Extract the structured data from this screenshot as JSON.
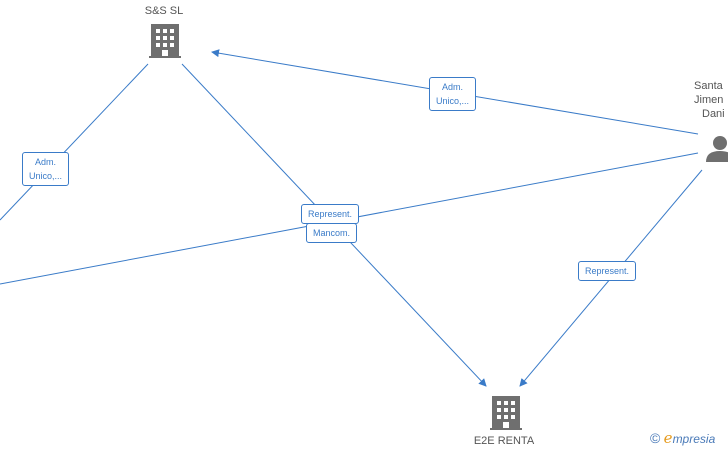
{
  "nodes": {
    "ss_sl": {
      "label": "S&S  SL",
      "icon": "building-icon"
    },
    "e2e_renta": {
      "label": "E2E RENTA",
      "icon": "building-icon"
    },
    "person": {
      "label_lines": [
        "Santa",
        "Jimen",
        "Dani"
      ],
      "icon": "person-icon"
    }
  },
  "edges": {
    "person_to_ss": {
      "lines": [
        "Adm.",
        "Unico,..."
      ]
    },
    "left_to_ss": {
      "lines": [
        "Adm.",
        "Unico,..."
      ]
    },
    "center_represent": {
      "label": "Represent."
    },
    "center_mancom": {
      "label": "Mancom."
    },
    "person_to_e2e": {
      "label": "Represent."
    }
  },
  "colors": {
    "edge": "#3a7bc8",
    "icon": "#6f6f6f",
    "text": "#555555"
  },
  "watermark": {
    "symbol": "©",
    "brand_initial": "e",
    "brand_rest": "mpresia"
  }
}
